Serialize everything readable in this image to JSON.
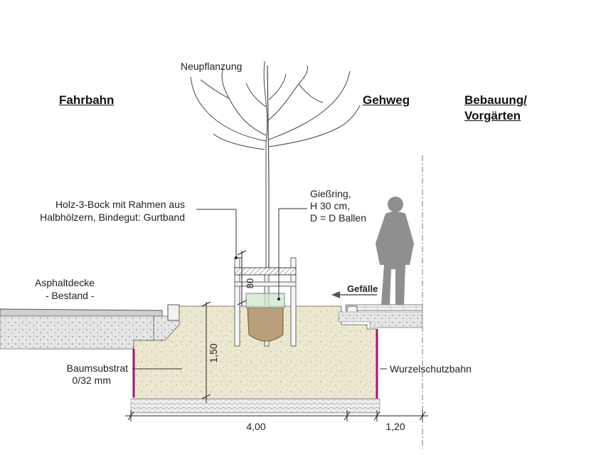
{
  "headings": {
    "fahrbahn": "Fahrbahn",
    "gehweg": "Gehweg",
    "bebauung_line1": "Bebauung/",
    "bebauung_line2": "Vorgärten"
  },
  "labels": {
    "neupflanzung": "Neupflanzung",
    "holz_line1": "Holz-3-Bock mit Rahmen aus",
    "holz_line2": "Halbhölzern, Bindegut: Gurtband",
    "giessring_line1": "Gießring,",
    "giessring_line2": "H 30 cm,",
    "giessring_line3": "D = D Ballen",
    "gefaelle": "Gefälle",
    "asphalt_line1": "Asphaltdecke",
    "asphalt_line2": "- Bestand -",
    "baumsubstrat_line1": "Baumsubstrat",
    "baumsubstrat_line2": "0/32 mm",
    "wurzelschutzbahn": "Wurzelschutzbahn"
  },
  "dimensions": {
    "depth": "1,50",
    "ring_height": "80",
    "width_pit": "4,00",
    "width_side": "1,20"
  },
  "colors": {
    "substrate": "#ece7cf",
    "root_barrier": "#a0167a",
    "gravel": "#d9d9d9",
    "root_ball": "#b9a07a",
    "silhouette": "#8f8f8f",
    "ring": "#cfe3cf"
  }
}
